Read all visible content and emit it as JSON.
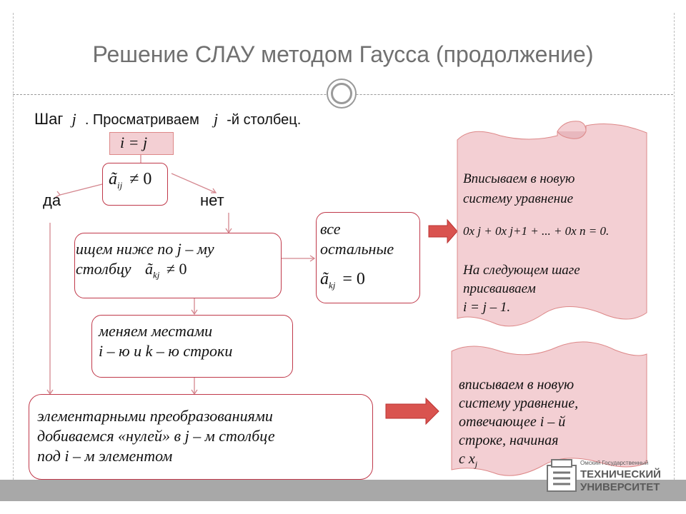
{
  "slide": {
    "title": "Решение СЛАУ методом Гаусса (продолжение)"
  },
  "step_line": {
    "shag": "Шаг",
    "j1": "j",
    "prosm": ". Просматриваем",
    "j2": "j",
    "stolbets": "-й столбец."
  },
  "diagram": {
    "i_eq_j": "i = j",
    "cond": "ã",
    "cond_sub": "ij",
    "cond_rhs": "≠ 0",
    "da": "да",
    "net": "нет",
    "search_l1": "ищем ниже по j – му",
    "search_l2": "столбцу",
    "search_a": "ã",
    "search_sub": "kj",
    "search_rhs": "≠ 0",
    "all_l1": "все",
    "all_l2": "остальные",
    "all_a": "ã",
    "all_sub": "kj",
    "all_rhs": "= 0",
    "swap_l1": "меняем  местами",
    "swap_l2": "i – ю  и  k – ю  строки",
    "elim_l1": "элементарными преобразованиями",
    "elim_l2": "добиваемся «нулей» в j – м столбце",
    "elim_l3": "под i – м элементом",
    "scroll1_l1": "Вписываем в новую",
    "scroll1_l2": "систему уравнение",
    "scroll1_eq": "0x  j + 0x  j+1  + ... + 0x  n  = 0.",
    "scroll1_l3": "На следующем шаге",
    "scroll1_l4": "присваиваем",
    "scroll1_l5": "i = j – 1.",
    "scroll2_l1": "вписываем в новую",
    "scroll2_l2": "систему уравнение,",
    "scroll2_l3": "отвечающее i – й",
    "scroll2_l4": "строке,  начиная",
    "scroll2_l5": "с  x",
    "scroll2_sub": "j"
  },
  "logo": {
    "line1": "Омский Государственный",
    "line2": "ТЕХНИЧЕСКИЙ",
    "line3": "УНИВЕРСИТЕТ"
  },
  "colors": {
    "box_border": "#c0394a",
    "scroll_fill": "#f3cfd3",
    "arrow_fill": "#d9534f",
    "connector": "#d4878f"
  }
}
